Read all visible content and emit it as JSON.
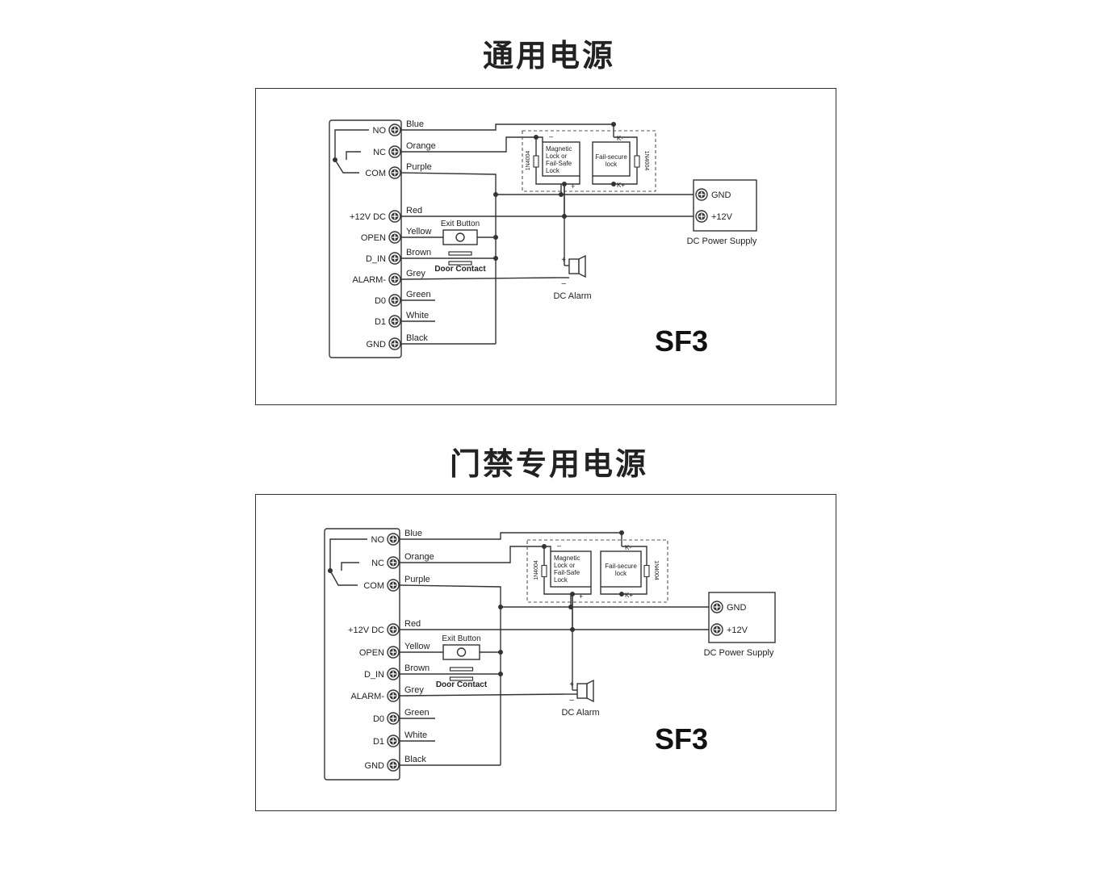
{
  "sections": [
    {
      "title": "通用电源",
      "model": "SF3"
    },
    {
      "title": "门禁专用电源",
      "model": "SF3"
    }
  ],
  "diagram": {
    "terminals": [
      {
        "label": "NO",
        "wire": "Blue"
      },
      {
        "label": "NC",
        "wire": "Orange"
      },
      {
        "label": "COM",
        "wire": "Purple"
      },
      {
        "label": "+12V DC",
        "wire": "Red"
      },
      {
        "label": "OPEN",
        "wire": "Yellow"
      },
      {
        "label": "D_IN",
        "wire": "Brown"
      },
      {
        "label": "ALARM-",
        "wire": "Grey"
      },
      {
        "label": "D0",
        "wire": "Green"
      },
      {
        "label": "D1",
        "wire": "White"
      },
      {
        "label": "GND",
        "wire": "Black"
      }
    ],
    "magnetic_lock": [
      "Magnetic",
      "Lock or",
      "Fail-Safe",
      "Lock"
    ],
    "fail_secure_lock": [
      "Fail-secure",
      "lock"
    ],
    "diode": "1N4004",
    "k_minus": "K-",
    "k_plus": "K+",
    "plus": "+",
    "minus": "–",
    "exit_button": "Exit Button",
    "door_contact": "Door Contact",
    "dc_alarm": "DC  Alarm",
    "psu_gnd": "GND",
    "psu_12v": "+12V",
    "psu_label": "DC Power Supply"
  }
}
